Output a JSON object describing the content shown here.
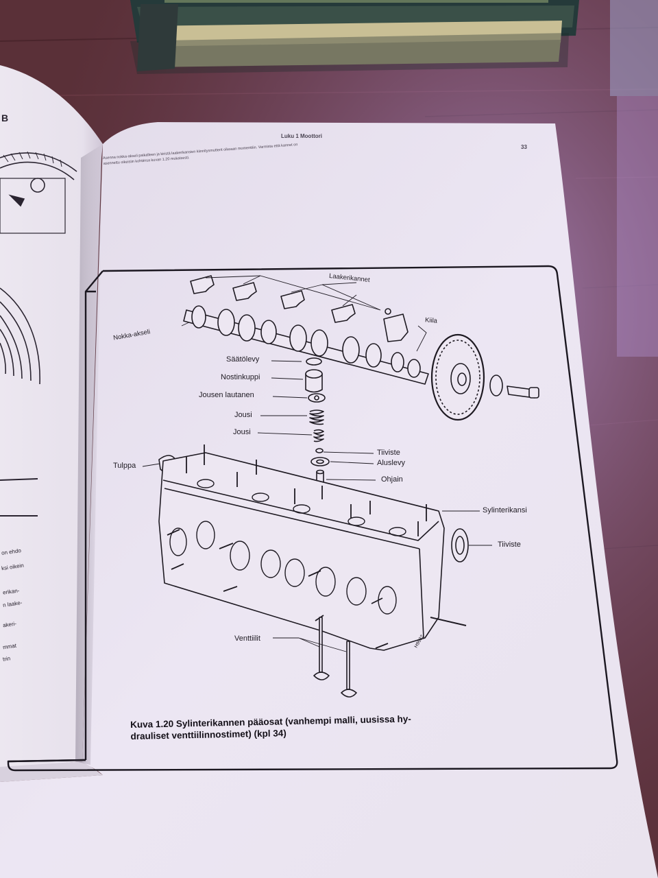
{
  "header": {
    "chapter": "Luku 1 Moottori",
    "page_number": "33"
  },
  "intro_text": "Asenna nokka-akseli paikalleen ja kiristä laakerikansien kiinnitysmutterit oikeaan momenttiin. Varmista että kannet on asennettu oikeisiin kohtiinsa kuvan 1.20 mukaisesti.",
  "figure": {
    "labels": {
      "laakerikannet": "Laakerikannet",
      "kiila": "Kiila",
      "nokka_akseli": "Nokka-akseli",
      "saatolevy": "Säätölevy",
      "nostinkuppi": "Nostinkuppi",
      "jousen_lautanen": "Jousen lautanen",
      "jousi_1": "Jousi",
      "jousi_2": "Jousi",
      "tiiviste_1": "Tiiviste",
      "aluslevy": "Aluslevy",
      "ohjain": "Ohjain",
      "tulppa": "Tulppa",
      "sylinterikansi": "Sylinterikansi",
      "tiiviste_2": "Tiiviste",
      "venttiilit": "Venttiilit"
    },
    "caption_line1": "Kuva 1.20 Sylinterikannen pääosat (vanhempi malli, uusissa hy-",
    "caption_line2": "drauliset venttiilinnostimet) (kpl 34)"
  },
  "left_page_fragments": {
    "corner_letter": "B",
    "line1": "on ehdo",
    "line2": "ksi oikein",
    "line3": "erikan-",
    "line4": "n laake-",
    "line5": "akeri-",
    "line6": "mmat",
    "line7": "trin"
  },
  "colors": {
    "paper": "#ece6f3",
    "ink": "#1e1a22",
    "table": "#5b3138",
    "light_tint": "#c9a8e6"
  }
}
